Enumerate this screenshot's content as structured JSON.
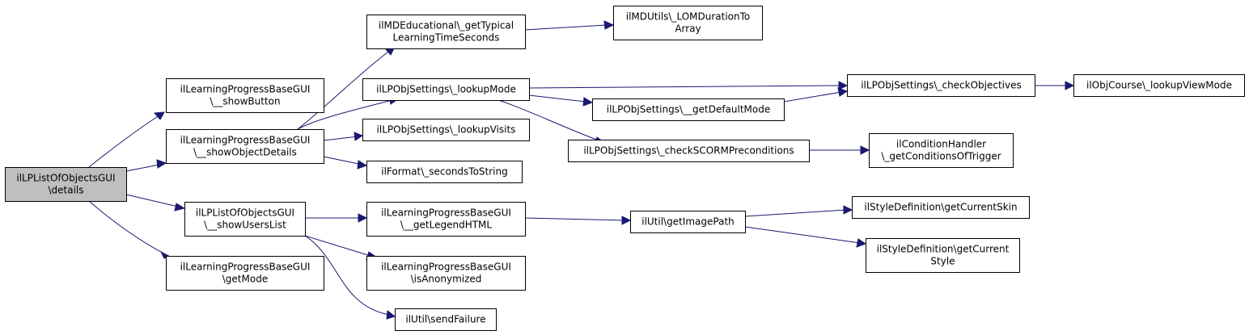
{
  "diagram": {
    "type": "call-graph",
    "edge_color": "#191970",
    "root_fill": "#bfbfbf",
    "nodes": [
      {
        "id": "root",
        "lines": [
          "ilLPListOfObjectsGUI",
          "\\details"
        ],
        "root": true
      },
      {
        "id": "showButton",
        "lines": [
          "ilLearningProgressBaseGUI",
          "\\__showButton"
        ]
      },
      {
        "id": "showObjectDetails",
        "lines": [
          "ilLearningProgressBaseGUI",
          "\\__showObjectDetails"
        ]
      },
      {
        "id": "showUsersList",
        "lines": [
          "ilLPListOfObjectsGUI",
          "\\__showUsersList"
        ]
      },
      {
        "id": "getMode",
        "lines": [
          "ilLearningProgressBaseGUI",
          "\\getMode"
        ]
      },
      {
        "id": "getTypicalLearningTime",
        "lines": [
          "ilMDEducational\\_getTypical",
          "LearningTimeSeconds"
        ]
      },
      {
        "id": "lookupMode",
        "lines": [
          "ilLPObjSettings\\_lookupMode"
        ]
      },
      {
        "id": "lookupVisits",
        "lines": [
          "ilLPObjSettings\\_lookupVisits"
        ]
      },
      {
        "id": "secondsToString",
        "lines": [
          "ilFormat\\_secondsToString"
        ]
      },
      {
        "id": "getLegendHTML",
        "lines": [
          "ilLearningProgressBaseGUI",
          "\\__getLegendHTML"
        ]
      },
      {
        "id": "isAnonymized",
        "lines": [
          "ilLearningProgressBaseGUI",
          "\\isAnonymized"
        ]
      },
      {
        "id": "sendFailure",
        "lines": [
          "ilUtil\\sendFailure"
        ]
      },
      {
        "id": "lomDurationToArray",
        "lines": [
          "ilMDUtils\\_LOMDurationTo",
          "Array"
        ]
      },
      {
        "id": "getDefaultMode",
        "lines": [
          "ilLPObjSettings\\__getDefaultMode"
        ]
      },
      {
        "id": "checkScormPreconditions",
        "lines": [
          "ilLPObjSettings\\_checkSCORMPreconditions"
        ]
      },
      {
        "id": "getImagePath",
        "lines": [
          "ilUtil\\getImagePath"
        ]
      },
      {
        "id": "checkObjectives",
        "lines": [
          "ilLPObjSettings\\_checkObjectives"
        ]
      },
      {
        "id": "getConditionsOfTrigger",
        "lines": [
          "ilConditionHandler",
          "\\_getConditionsOfTrigger"
        ]
      },
      {
        "id": "getCurrentSkin",
        "lines": [
          "ilStyleDefinition\\getCurrentSkin"
        ]
      },
      {
        "id": "getCurrentStyle",
        "lines": [
          "ilStyleDefinition\\getCurrent",
          "Style"
        ]
      },
      {
        "id": "lookupViewMode",
        "lines": [
          "ilObjCourse\\_lookupViewMode"
        ]
      }
    ],
    "edges": [
      {
        "from": "root",
        "to": "showButton"
      },
      {
        "from": "root",
        "to": "showObjectDetails"
      },
      {
        "from": "root",
        "to": "showUsersList"
      },
      {
        "from": "root",
        "to": "getMode"
      },
      {
        "from": "showObjectDetails",
        "to": "getTypicalLearningTime"
      },
      {
        "from": "showObjectDetails",
        "to": "lookupMode"
      },
      {
        "from": "showObjectDetails",
        "to": "lookupVisits"
      },
      {
        "from": "showObjectDetails",
        "to": "secondsToString"
      },
      {
        "from": "getTypicalLearningTime",
        "to": "lomDurationToArray"
      },
      {
        "from": "lookupMode",
        "to": "checkObjectives"
      },
      {
        "from": "lookupMode",
        "to": "getDefaultMode"
      },
      {
        "from": "lookupMode",
        "to": "checkScormPreconditions"
      },
      {
        "from": "getDefaultMode",
        "to": "checkObjectives"
      },
      {
        "from": "checkObjectives",
        "to": "lookupViewMode"
      },
      {
        "from": "checkScormPreconditions",
        "to": "getConditionsOfTrigger"
      },
      {
        "from": "showUsersList",
        "to": "getLegendHTML"
      },
      {
        "from": "showUsersList",
        "to": "isAnonymized"
      },
      {
        "from": "showUsersList",
        "to": "sendFailure"
      },
      {
        "from": "getLegendHTML",
        "to": "getImagePath"
      },
      {
        "from": "getImagePath",
        "to": "getCurrentSkin"
      },
      {
        "from": "getImagePath",
        "to": "getCurrentStyle"
      }
    ]
  }
}
